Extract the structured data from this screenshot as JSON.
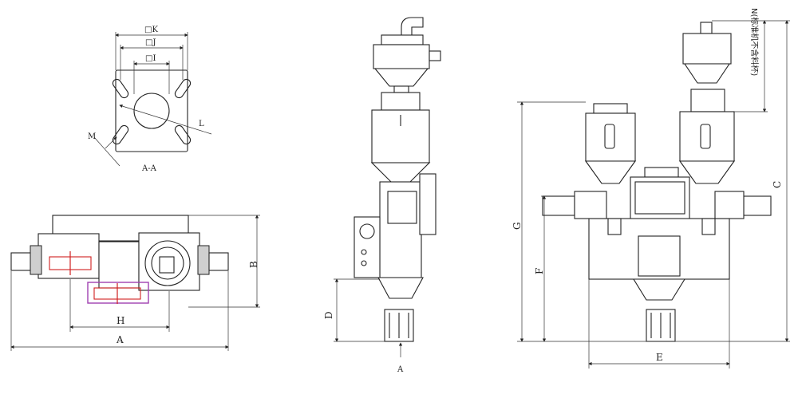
{
  "flange_view": {
    "title": "A-A",
    "dims": {
      "k": "□K",
      "j": "□J",
      "i": "□I",
      "l": "L",
      "m": "M"
    }
  },
  "top_view": {
    "dims": {
      "a": "A",
      "b": "B",
      "h": "H"
    }
  },
  "side_view": {
    "dims": {
      "d": "D"
    },
    "section_marker": "A"
  },
  "front_view": {
    "dims": {
      "c": "C",
      "e": "E",
      "f": "F",
      "g": "G",
      "n": "N(标准机不含料杯)"
    }
  },
  "colors": {
    "line": "#222222",
    "highlight": "#a040b0",
    "accent": "#d02020"
  }
}
